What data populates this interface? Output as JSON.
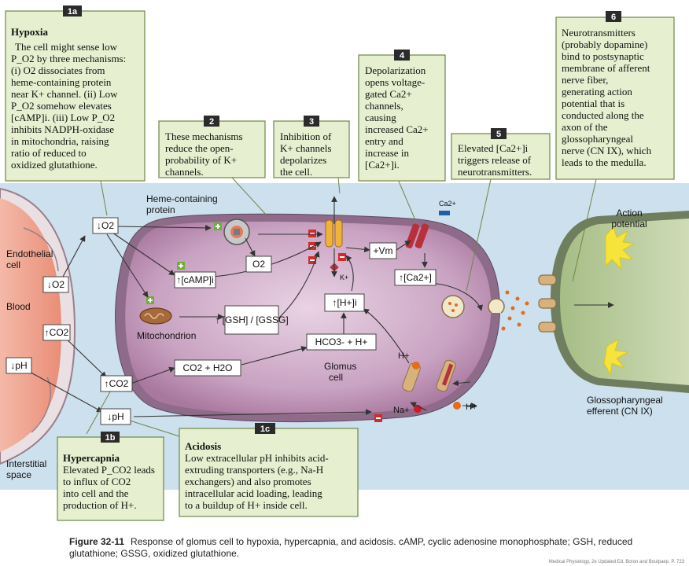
{
  "callouts": {
    "c1a": {
      "num": "1a",
      "title": "Hypoxia",
      "lines": [
        "The cell might sense low",
        "P_O2 by three mechanisms:",
        "(i) O2 dissociates from",
        "heme-containing protein",
        "near K+ channel. (ii) Low",
        "P_O2 somehow elevates",
        "[cAMP]i. (iii) Low P_O2",
        "inhibits NADPH-oxidase",
        "in mitochondria, raising",
        "ratio of reduced to",
        "oxidized glutathione."
      ]
    },
    "c2": {
      "num": "2",
      "lines": [
        "These mechanisms",
        "reduce the open-",
        "probability of K+",
        "channels."
      ]
    },
    "c3": {
      "num": "3",
      "lines": [
        "Inhibition of",
        "K+ channels",
        "depolarizes",
        "the cell."
      ]
    },
    "c4": {
      "num": "4",
      "lines": [
        "Depolarization",
        "opens voltage-",
        "gated Ca2+",
        "channels,",
        "causing",
        "increased Ca2+",
        "entry and",
        "increase in",
        "[Ca2+]i."
      ]
    },
    "c5": {
      "num": "5",
      "lines": [
        "Elevated [Ca2+]i",
        "triggers release of",
        "neurotransmitters."
      ]
    },
    "c6": {
      "num": "6",
      "lines": [
        "Neurotransmitters",
        "(probably dopamine)",
        "bind to postsynaptic",
        "membrane of afferent",
        "nerve fiber,",
        "generating action",
        "potential that is",
        "conducted along the",
        "axon of the",
        "glossopharyngeal",
        "nerve (CN IX), which",
        "leads to the medulla."
      ]
    },
    "c1b": {
      "num": "1b",
      "title": "Hypercapnia",
      "lines": [
        "Elevated P_CO2 leads",
        "to influx of CO2",
        "into cell and the",
        "production of H+."
      ]
    },
    "c1c": {
      "num": "1c",
      "title": "Acidosis",
      "lines": [
        "Low extracellular pH inhibits acid-",
        "extruding transporters (e.g., Na-H",
        "exchangers) and also promotes",
        "intracellular acid loading, leading",
        "to a buildup of H+ inside cell."
      ]
    }
  },
  "labels": {
    "heme": [
      "Heme-containing",
      "protein"
    ],
    "endothelial": [
      "Endothelial",
      "cell"
    ],
    "blood": "Blood",
    "mito": "Mitochondrion",
    "glomus": [
      "Glomus",
      "cell"
    ],
    "interstitial": [
      "Interstitial",
      "space"
    ],
    "action": [
      "Action",
      "potential"
    ],
    "gloss": [
      "Glossopharyngeal",
      "efferent (CN IX)"
    ],
    "ca_top": "Ca2+",
    "k_out": "K+",
    "h_in": "H+",
    "na_in": "Na+",
    "h_out": "H+"
  },
  "boxes": {
    "o2_low_top": "↓O2",
    "o2_low_blood": "↓O2",
    "co2_high_blood": "↑CO2",
    "ph_low_blood": "↓pH",
    "co2_high_inter": "↑CO2",
    "ph_low_inter": "↓pH",
    "o2_inside": "O2",
    "camp": "↑[cAMP]i",
    "gsh": "↑ [GSH] / [GSSG]",
    "co2_h2o": "CO2 + H2O",
    "hco3": "HCO3- + H+",
    "h_i": "↑[H+]i",
    "vm": "+Vm",
    "ca_i": "↑[Ca2+]"
  },
  "caption": {
    "figure": "Figure 32-11",
    "text": "Response of glomus cell to hypoxia, hypercapnia, and acidosis. cAMP, cyclic adenosine monophosphate; GSH, reduced glutathione; GSSG, oxidized glutathione."
  },
  "credit": "Medical Physiology, 2e Updated Ed. Boron and Boulpaep. P. 723",
  "colors": {
    "background_blue": "#cde0ee",
    "callout_green": "#e6efcf",
    "callout_border": "#6d8747",
    "number_badge": "#2b2b2b",
    "glomus_fill": "#c9a3c2",
    "blood_pink": "#efa694",
    "nerve_green": "#b9cd9b",
    "minus_red": "#d22b2b",
    "plus_green": "#6fae3c",
    "ion_orange": "#e66b1c"
  }
}
